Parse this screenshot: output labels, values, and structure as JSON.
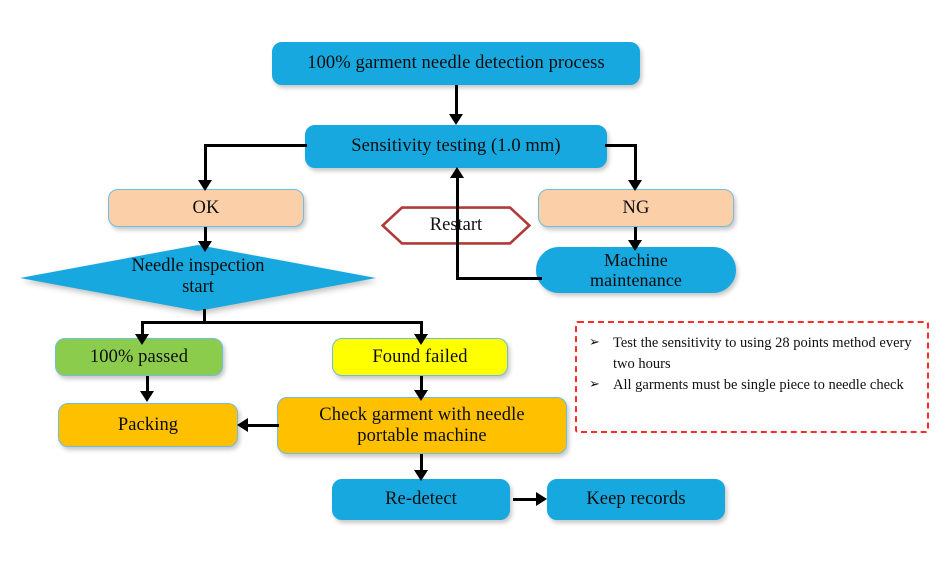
{
  "diagram": {
    "title": "100% garment needle detection process flowchart",
    "palette": {
      "blue": "#17A8E0",
      "peach": "#FBD0A8",
      "green": "#8CCC4C",
      "yellow": "#FFFF00",
      "orange": "#FFC000",
      "note_border": "#FF2A2A",
      "connector": "#000000",
      "node_border": "#6FBDDF",
      "hexagon_border": "#B03A3A"
    },
    "nodes": {
      "start": {
        "label": "100% garment needle detection process",
        "shape": "rounded-rect",
        "color": "blue"
      },
      "sensitivity": {
        "label": "Sensitivity testing (1.0 mm)",
        "shape": "rounded-rect",
        "color": "blue"
      },
      "ok": {
        "label": "OK",
        "shape": "rounded-rect",
        "color": "peach"
      },
      "ng": {
        "label": "NG",
        "shape": "rounded-rect",
        "color": "peach"
      },
      "restart": {
        "label": "Restart",
        "shape": "hexagon",
        "color": "white"
      },
      "machine_maintenance": {
        "label": "Machine\nmaintenance",
        "shape": "pill",
        "color": "blue"
      },
      "needle_inspection": {
        "label": "Needle inspection\nstart",
        "shape": "diamond",
        "color": "blue"
      },
      "passed": {
        "label": "100% passed",
        "shape": "rounded-rect",
        "color": "green"
      },
      "failed": {
        "label": "Found failed",
        "shape": "rounded-rect",
        "color": "yellow"
      },
      "packing": {
        "label": "Packing",
        "shape": "rounded-rect",
        "color": "orange"
      },
      "check_garment": {
        "label": "Check garment with needle\nportable machine",
        "shape": "rounded-rect",
        "color": "orange"
      },
      "redetect": {
        "label": "Re-detect",
        "shape": "rounded-rect",
        "color": "blue"
      },
      "keep_records": {
        "label": "Keep records",
        "shape": "rounded-rect",
        "color": "blue"
      }
    },
    "note": {
      "bullet_glyph": "➢",
      "items": [
        "Test the sensitivity to using 28 points method every two hours",
        "All garments must be single piece to needle check"
      ]
    }
  }
}
